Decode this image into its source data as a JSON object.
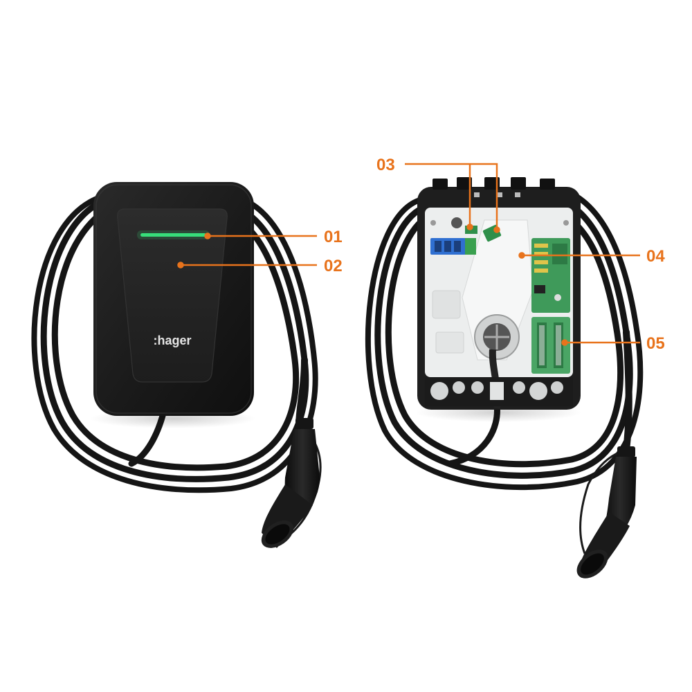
{
  "brand": {
    "logo_text": ":hager"
  },
  "callouts": [
    {
      "id": "01",
      "label": "01"
    },
    {
      "id": "02",
      "label": "02"
    },
    {
      "id": "03",
      "label": "03"
    },
    {
      "id": "04",
      "label": "04"
    },
    {
      "id": "05",
      "label": "05"
    }
  ],
  "colors": {
    "callout": "#e8731c",
    "status_led": "#37e07a",
    "housing": "#1c1c1c",
    "cable": "#141414",
    "backplate": "#eceeee",
    "pcb": "#3f9a5a",
    "terminal_blue": "#2f6fd1",
    "terminal_green": "#3aa04f"
  },
  "icons": [
    "ev-charger-closed",
    "ev-charger-open",
    "type2-connector"
  ]
}
